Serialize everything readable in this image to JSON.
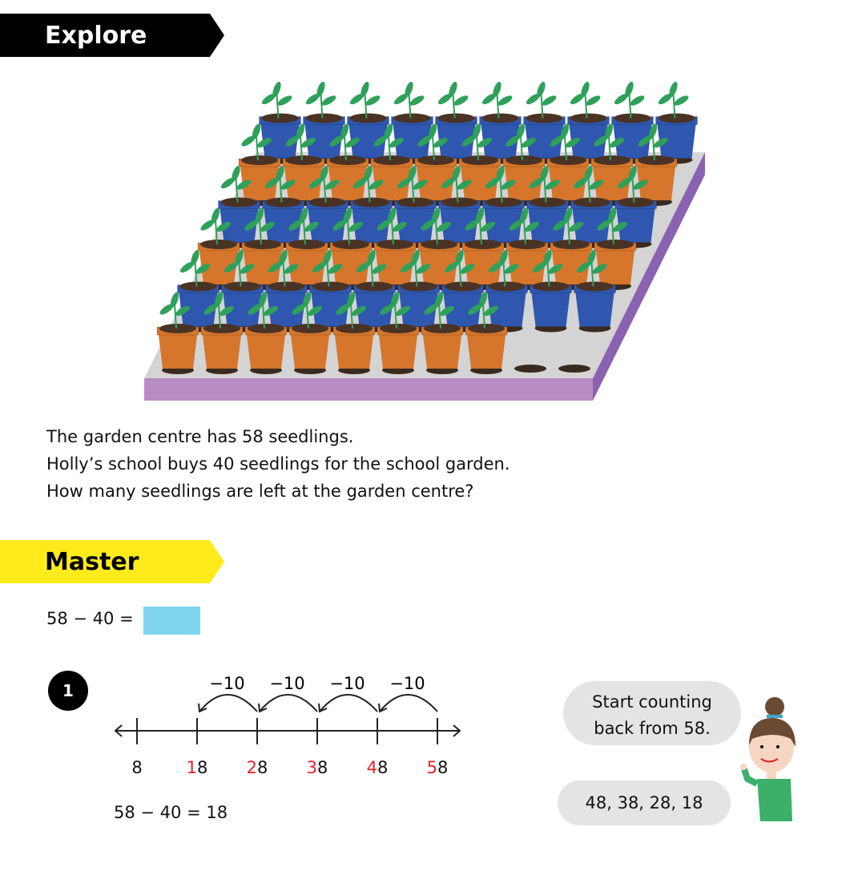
{
  "explore": {
    "label": "Explore"
  },
  "story": [
    "The garden centre has 58 seedlings.",
    "Holly’s school buys 40 seedlings for the school garden.",
    "How many seedlings are left at the garden centre?"
  ],
  "illustration": {
    "full_rows": 5,
    "per_row": 10,
    "last_row_count": 8,
    "total_seedlings": 58,
    "colors": {
      "blue_pot": "#2f57b0",
      "orange_pot": "#d6762c",
      "tray": "#d4d4d4",
      "tray_side": "#b88bc4",
      "leaf": "#2ea05a"
    }
  },
  "master": {
    "label": "Master"
  },
  "equation": {
    "text": "58 − 40 ="
  },
  "question": {
    "number": "1"
  },
  "numberline": {
    "jumps": [
      "−10",
      "−10",
      "−10",
      "−10"
    ],
    "ticks": [
      {
        "tens": "",
        "ones": "8"
      },
      {
        "tens": "1",
        "ones": "8"
      },
      {
        "tens": "2",
        "ones": "8"
      },
      {
        "tens": "3",
        "ones": "8"
      },
      {
        "tens": "4",
        "ones": "8"
      },
      {
        "tens": "5",
        "ones": "8"
      }
    ],
    "highlight_color": "#e8202a"
  },
  "result": "58 − 40 = 18",
  "speech": {
    "bubble1": [
      "Start counting",
      "back from 58."
    ],
    "bubble2": "48, 38, 28, 18"
  }
}
